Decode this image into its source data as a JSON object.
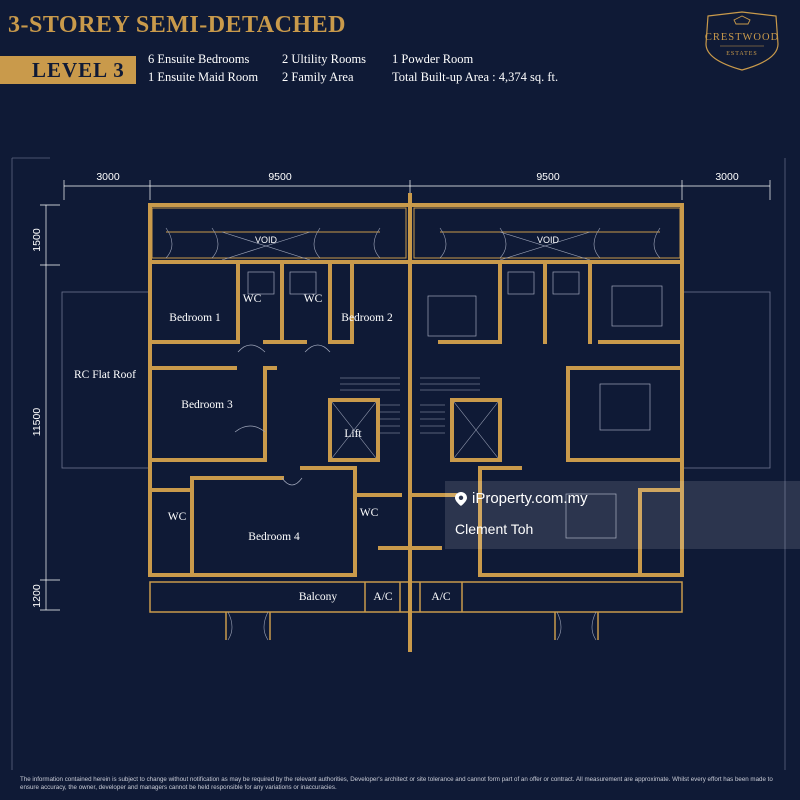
{
  "header": {
    "title": "3-STOREY SEMI-DETACHED",
    "level": "LEVEL 3",
    "specs": [
      "6 Ensuite Bedrooms",
      "2 Ultility Rooms",
      "1 Powder Room",
      "1 Ensuite Maid Room",
      "2 Family Area",
      "Total Built-up Area : 4,374 sq. ft."
    ]
  },
  "logo": {
    "name": "CRESTWOOD",
    "sub": "ESTATES",
    "icon": "crest-shield-icon"
  },
  "plan": {
    "dimensions": {
      "top": [
        "3000",
        "9500",
        "9500",
        "3000"
      ],
      "left": [
        "1500",
        "11500",
        "1200"
      ]
    },
    "rooms": {
      "bedroom1": "Bedroom 1",
      "bedroom2": "Bedroom 2",
      "bedroom3": "Bedroom 3",
      "bedroom4": "Bedroom 4",
      "wc": "WC",
      "lift": "Lift",
      "roof": "RC Flat Roof",
      "balcony": "Balcony",
      "ac": "A/C",
      "void": "VOID"
    }
  },
  "watermark": {
    "site": "iProperty.com.my",
    "agent": "Clement Toh",
    "icon": "location-pin-icon"
  },
  "disclaimer": "The information contained herein is subject to change without notification as may be required by the relevant authorities, Developer's architect or site tolerance and cannot form part of an offer or contract. All measurement are approximate. Whilst every effort has been made to ensure accuracy, the owner, developer and managers cannot be held responsible for any variations or inaccuracies.",
  "colors": {
    "background": "#0f1a36",
    "accent": "#c99a4b"
  }
}
